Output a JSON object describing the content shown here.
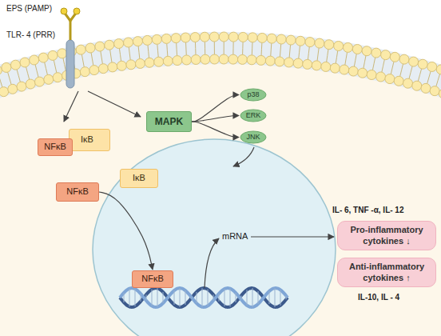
{
  "diagram": {
    "nodes": [
      {
        "text": [
          "MAPK"
        ]
      },
      {
        "text": [
          "p38"
        ]
      },
      {
        "text": [
          "ERK"
        ]
      },
      {
        "text": [
          "JNK"
        ]
      },
      {
        "text": [
          "NFκB"
        ]
      },
      {
        "text": [
          "IκB"
        ]
      },
      {
        "text": [
          "IκB"
        ]
      },
      {
        "text": [
          "NFκB"
        ]
      },
      {
        "text": [
          "NFκB"
        ]
      },
      {
        "text": [
          "Pro-inflammatory cytokines ↓"
        ]
      },
      {
        "text": [
          "Anti-inflammatory cytokines ↑"
        ]
      }
    ],
    "edges": [
      {
        "from": 0,
        "to": 1,
        "arrow": "to"
      },
      {
        "from": 0,
        "to": 2,
        "arrow": "to"
      },
      {
        "from": 0,
        "to": 3,
        "arrow": "to"
      },
      {
        "from": 7,
        "to": 8,
        "arrow": "to"
      }
    ],
    "labels": [
      "EPS (PAMP)",
      "TLR- 4 (PRR)",
      "mRNA",
      "IL- 6, TNF -α, IL- 12",
      "IL-10, IL - 4"
    ]
  }
}
